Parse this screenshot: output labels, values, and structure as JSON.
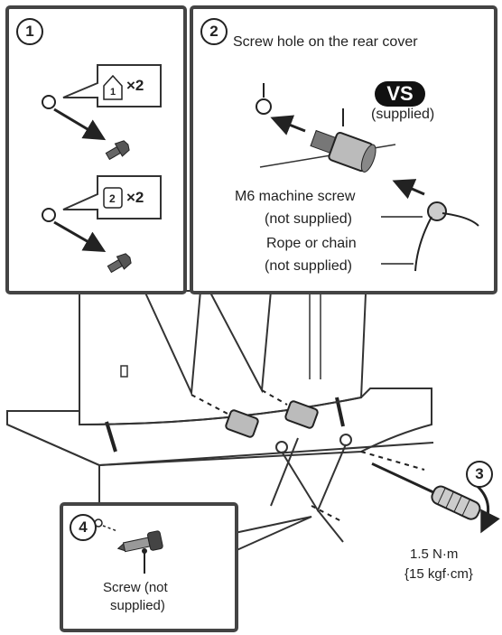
{
  "steps": [
    "1",
    "2",
    "3",
    "4"
  ],
  "panel1": {
    "callout_a": "×2",
    "callout_b": "×2",
    "badge_a": "1",
    "badge_b": "2"
  },
  "panel2": {
    "screw_hole": "Screw hole on the rear cover",
    "vs_badge": "VS",
    "supplied": "(supplied)",
    "m6_screw": "M6 machine screw",
    "m6_not_supplied": "(not supplied)",
    "rope": "Rope or chain",
    "rope_not_supplied": "(not supplied)"
  },
  "step3": {
    "torque_nm": "1.5 N·m",
    "torque_kgf": "{15 kgf·cm}"
  },
  "panel4": {
    "screw_line1": "Screw (not",
    "screw_line2": "supplied)"
  }
}
